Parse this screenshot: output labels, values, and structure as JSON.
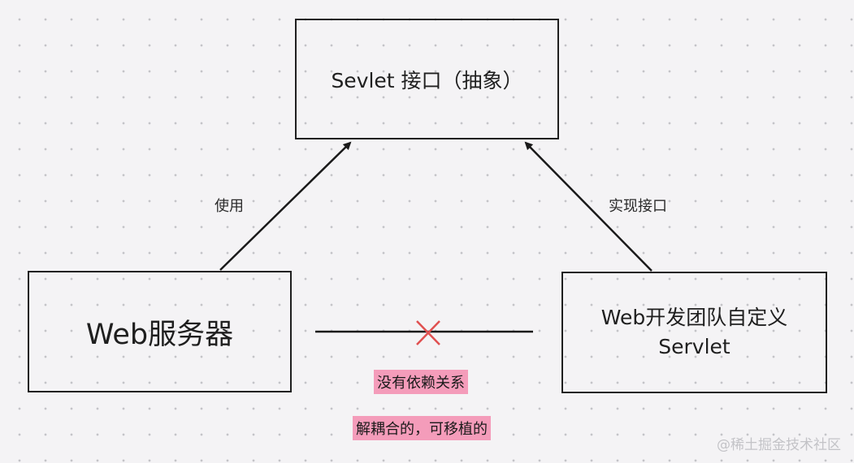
{
  "diagram": {
    "interface_box": {
      "label": "Sevlet 接口（抽象）"
    },
    "server_box": {
      "label": "Web服务器"
    },
    "servlet_box": {
      "line1": "Web开发团队自定义",
      "line2": "Servlet"
    },
    "edges": {
      "use_label": "使用",
      "implement_label": "实现接口"
    },
    "notes": {
      "no_dependency": "没有依赖关系",
      "decoupled": "解耦合的，可移植的"
    },
    "colors": {
      "line": "#1a1a1a",
      "cross": "#e05050",
      "highlight": "#f49cba"
    }
  },
  "watermark": "@稀土掘金技术社区"
}
